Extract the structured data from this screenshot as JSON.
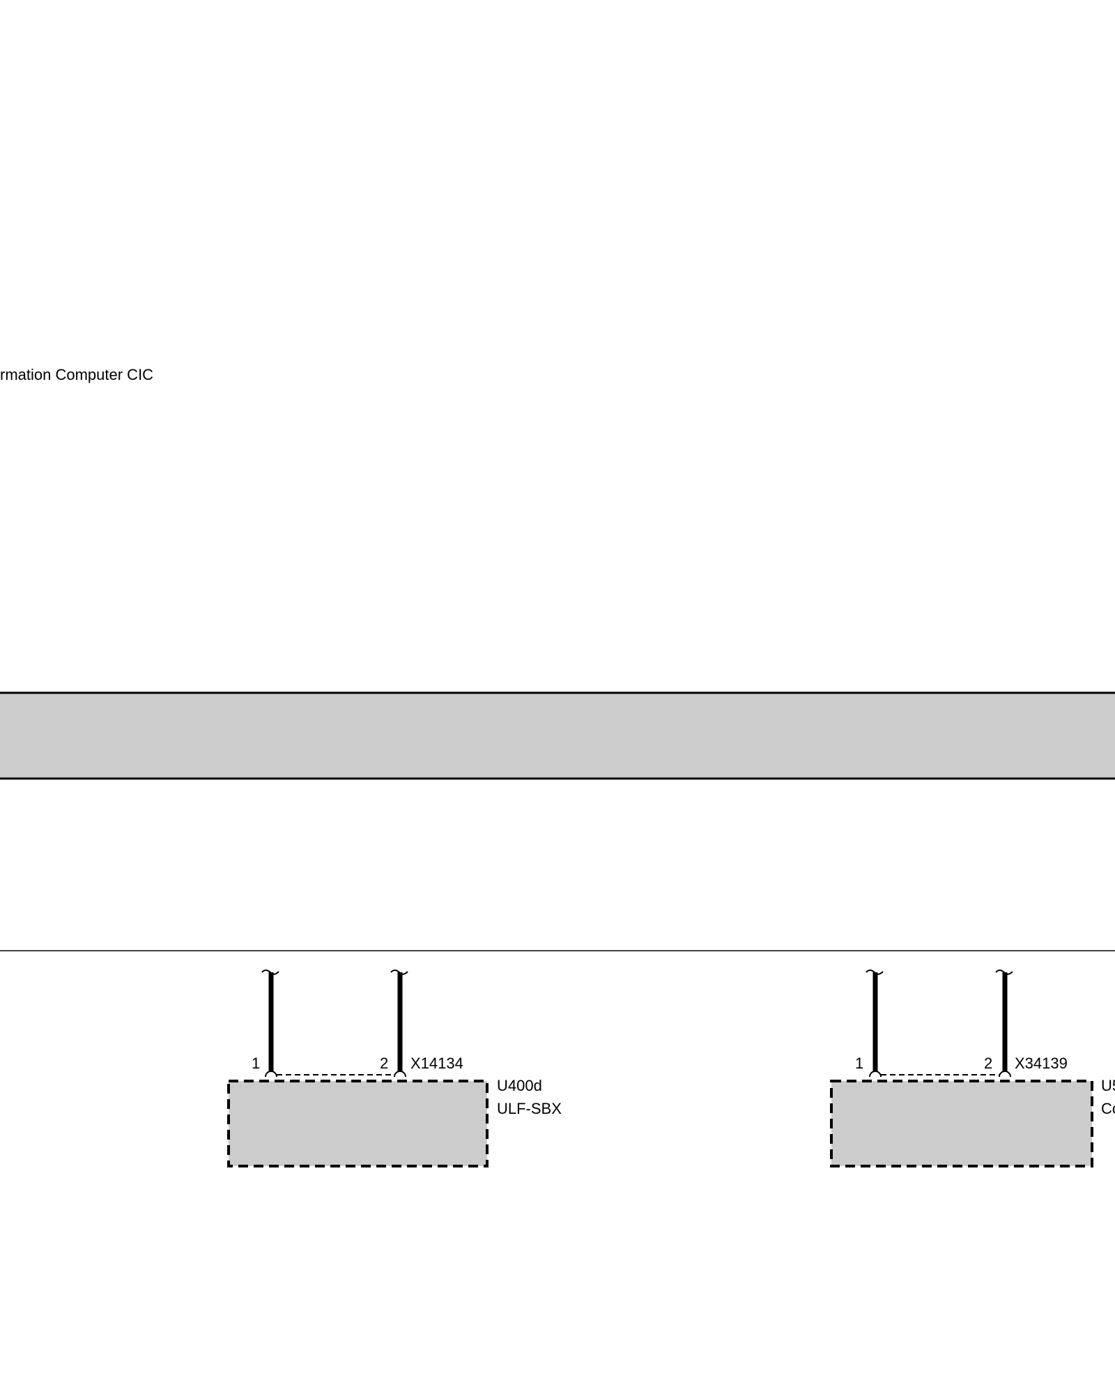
{
  "diagram": {
    "top_component_label": "rmation Computer CIC",
    "colors": {
      "module_fill": "#cccccc",
      "line": "#000000"
    },
    "connectors": [
      {
        "id": "X14134",
        "pins": [
          "1",
          "2"
        ],
        "module_id": "U400d",
        "module_name": "ULF-SBX"
      },
      {
        "id": "X34139",
        "pins": [
          "1",
          "2"
        ],
        "module_id": "U5",
        "module_name": "Co"
      }
    ]
  }
}
